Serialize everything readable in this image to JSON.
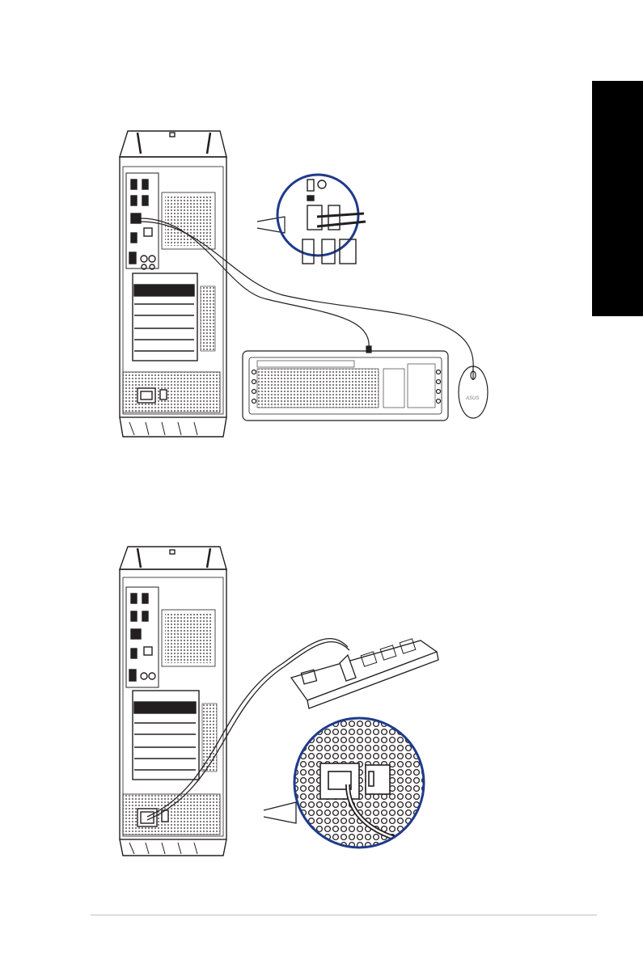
{
  "page": {
    "side_tab_color": "#000000",
    "accent_color": "#1f3a8a"
  },
  "figures": [
    {
      "id": "keyboard-mouse-connection",
      "elements": [
        "desktop-tower-rear",
        "usb-zoom-callout",
        "keyboard",
        "mouse",
        "cables"
      ],
      "mouse_brand_label": "ASUS"
    },
    {
      "id": "power-connection",
      "elements": [
        "desktop-tower-rear",
        "power-cable",
        "power-strip",
        "power-socket-zoom-callout"
      ]
    }
  ],
  "footer": {
    "rule_color": "#bfbfbf"
  }
}
